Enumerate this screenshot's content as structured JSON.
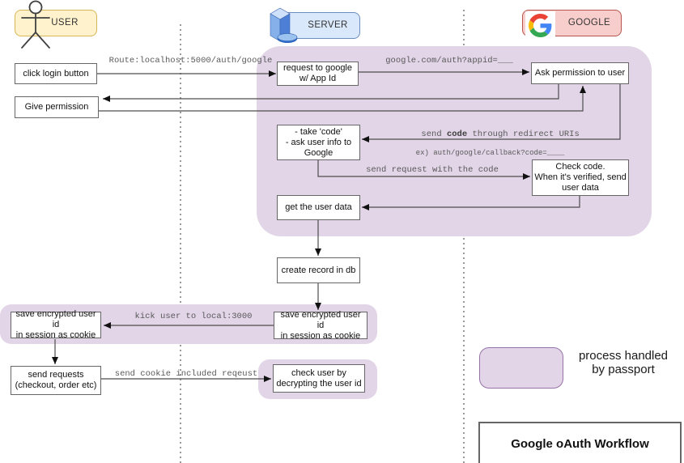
{
  "actors": {
    "user": {
      "label": "USER"
    },
    "server": {
      "label": "SERVER"
    },
    "google": {
      "label": "GOOGLE"
    }
  },
  "boxes": {
    "click_login": "click login button",
    "give_permission": "Give permission",
    "request_google": "request to google\nw/ App Id",
    "ask_permission": "Ask permission to user",
    "take_code": "- take 'code'\n- ask user info to\nGoogle",
    "check_code": "Check code.\nWhen it's verified, send\nuser data",
    "get_user_data": "get the user data",
    "create_record": "create record in db",
    "save_cookie_server": "save encrypted user id\nin session as cookie",
    "save_cookie_user": "save encrypted user id\nin session as cookie",
    "send_requests": "send requests\n(checkout, order etc)",
    "check_user": "check user by\ndecrypting the user id"
  },
  "messages": {
    "route": "Route:localhost:5000/auth/google",
    "google_auth": "google.com/auth?appid=___",
    "send_code": {
      "pre": "send ",
      "bold": "code",
      "post": " through redirect URIs",
      "example": "ex) auth/google/callback?code=____"
    },
    "send_request": "send request with the code",
    "kick_user": "kick user to local:3000",
    "send_cookie": "send cookie included reqeust"
  },
  "legend": {
    "text": "process handled\nby passport"
  },
  "title": "Google oAuth Workflow",
  "colors": {
    "user_fill": "#FFF2CC",
    "user_border": "#D6B656",
    "server_fill": "#DAE8FC",
    "server_border": "#6C8EBF",
    "google_fill": "#F8CECC",
    "google_border": "#B85450",
    "passport_fill": "#E1D5E7",
    "passport_border": "#9673A6",
    "google_logo": [
      "#4285F4",
      "#EA4335",
      "#FBBC05",
      "#34A853"
    ]
  }
}
